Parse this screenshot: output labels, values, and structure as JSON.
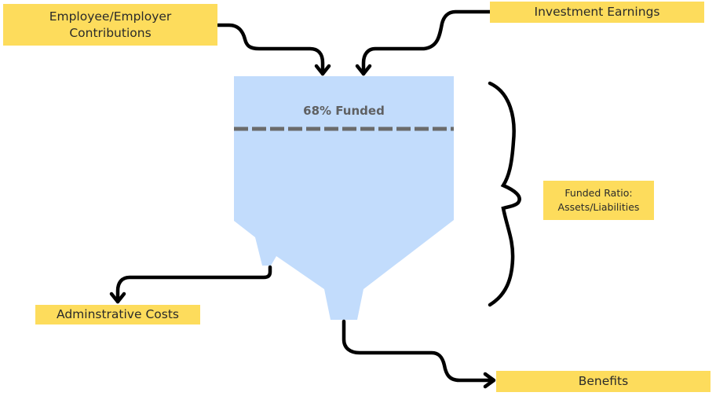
{
  "diagram": {
    "title": "Pension fund flow",
    "colors": {
      "label_fill": "#fddc5c",
      "tank_fill": "#c2dcfc",
      "dashed_line": "#6b6b6b",
      "arrow": "#000000",
      "text": "#2a2a2a"
    },
    "inflows": [
      {
        "label": "Employee/Employer Contributions"
      },
      {
        "label": "Investment Earnings"
      }
    ],
    "tank": {
      "funded_label": "68% Funded",
      "funded_percent": 68
    },
    "bracket_label": "Funded Ratio: Assets/Liabilities",
    "outflows": [
      {
        "label": "Adminstrative Costs"
      },
      {
        "label": "Benefits"
      }
    ]
  }
}
